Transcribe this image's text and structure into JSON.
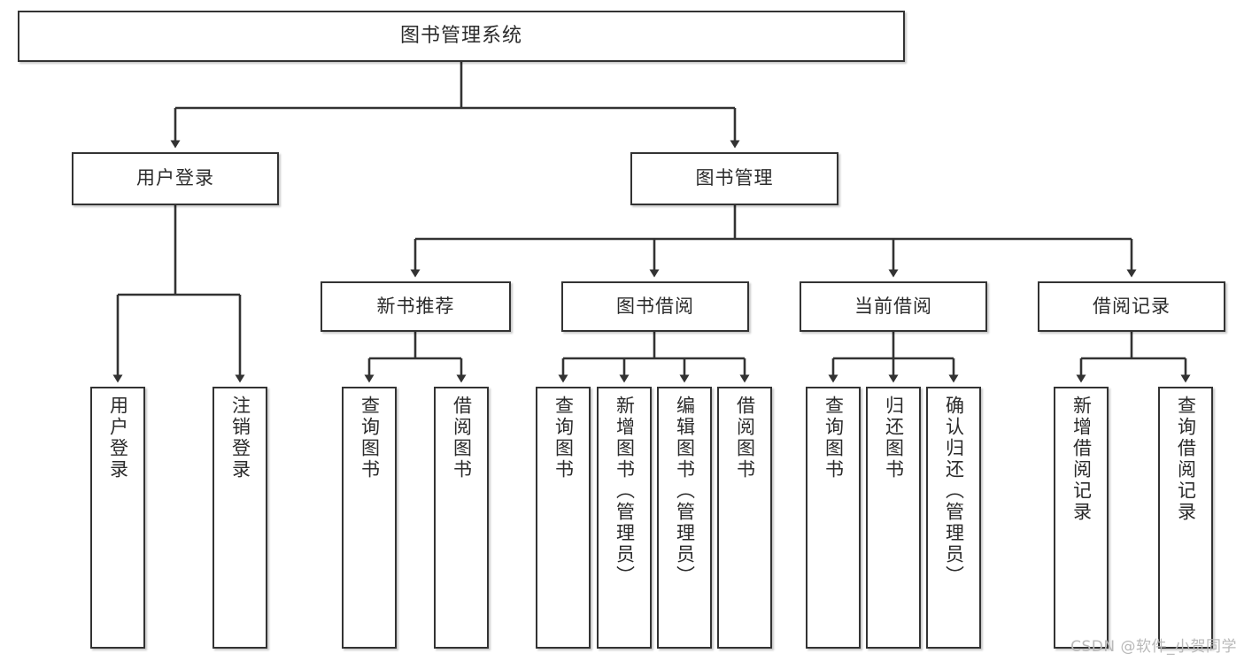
{
  "diagram": {
    "title": "图书管理系统",
    "type": "hierarchy-tree",
    "colors": {
      "box_border": "#333333",
      "box_fill": "#ffffff",
      "edge": "#333333",
      "text": "#2b2b2b",
      "watermark": "#b9b9b9",
      "background": "#ffffff"
    },
    "root": {
      "label": "图书管理系统"
    },
    "level2": [
      {
        "label": "用户登录"
      },
      {
        "label": "图书管理"
      }
    ],
    "level3": [
      {
        "label": "新书推荐"
      },
      {
        "label": "图书借阅"
      },
      {
        "label": "当前借阅"
      },
      {
        "label": "借阅记录"
      }
    ],
    "leaves": {
      "user_login": [
        {
          "label": "用户登录"
        },
        {
          "label": "注销登录"
        }
      ],
      "new_book_recommend": [
        {
          "label": "查询图书"
        },
        {
          "label": "借阅图书"
        }
      ],
      "book_borrow": [
        {
          "label": "查询图书"
        },
        {
          "label": "新增图书（管理员）"
        },
        {
          "label": "编辑图书（管理员）"
        },
        {
          "label": "借阅图书"
        }
      ],
      "current_borrow": [
        {
          "label": "查询图书"
        },
        {
          "label": "归还图书"
        },
        {
          "label": "确认归还（管理员）"
        }
      ],
      "borrow_record": [
        {
          "label": "新增借阅记录"
        },
        {
          "label": "查询借阅记录"
        }
      ]
    },
    "watermark": "CSDN @软件_小贺同学"
  }
}
